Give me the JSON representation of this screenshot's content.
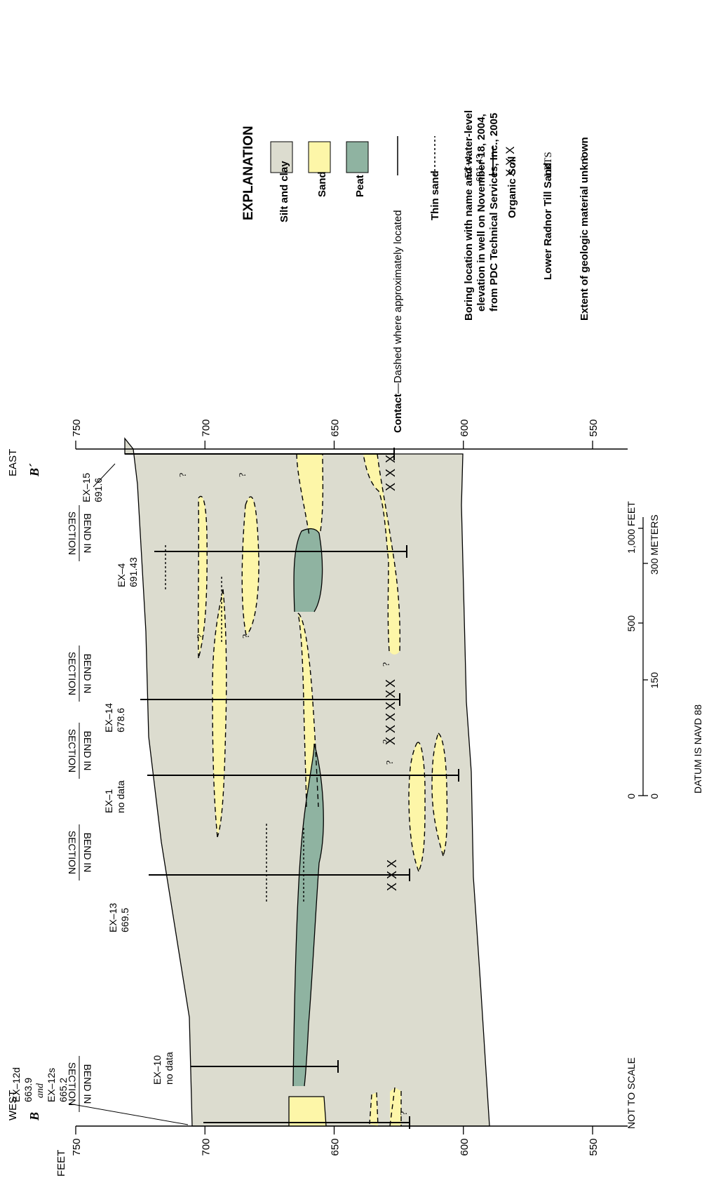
{
  "figure": {
    "axis_unit": "FEET",
    "west_label": "WEST",
    "east_label": "EAST",
    "section_start": "B",
    "section_end": "B´",
    "elevation_ticks": [
      "750",
      "700",
      "650",
      "600",
      "550"
    ],
    "not_to_scale": "NOT TO SCALE",
    "datum": "DATUM IS NAVD 88",
    "scale_bar": {
      "feet_ticks": [
        "0",
        "500",
        "1,000 FEET"
      ],
      "meter_ticks": [
        "0",
        "150",
        "300 METERS"
      ]
    },
    "bend_label_top": "BEND IN",
    "bend_label_bottom": "SECTION",
    "question_mark": "?",
    "organic_mark": "X",
    "wells": [
      {
        "name": "EX–12d",
        "name2": "EX–12s",
        "joiner": "and",
        "elev": "663.9",
        "elev2": "665.2"
      },
      {
        "name": "EX–10",
        "elev": "no data"
      },
      {
        "name": "EX–13",
        "elev": "669.5"
      },
      {
        "name": "EX–1",
        "elev": "no data"
      },
      {
        "name": "EX–14",
        "elev": "678.6"
      },
      {
        "name": "EX–4",
        "elev": "691.43"
      },
      {
        "name": "EX–15",
        "elev": "691.6"
      }
    ]
  },
  "colors": {
    "silt_clay": "#dcdccf",
    "sand": "#fdf6a8",
    "peat": "#8fb3a1",
    "line": "#000000"
  },
  "explanation": {
    "title": "EXPLANATION",
    "items": [
      {
        "key": "silt",
        "label": "Silt and clay"
      },
      {
        "key": "sand",
        "label": "Sand"
      },
      {
        "key": "peat",
        "label": "Peat"
      },
      {
        "key": "contact",
        "label_bold": "Contact",
        "label_rest": "—Dashed where approximately located"
      },
      {
        "key": "thin",
        "label": "Thin sand"
      },
      {
        "key": "boring",
        "label_lines": [
          "Boring location with name and water-level",
          "elevation in well on November 18, 2004,",
          "from PDC Technical Services, Inc., 2005"
        ],
        "sym_name": "EX–4",
        "sym_elev": "691.43"
      },
      {
        "key": "organic",
        "label": "Organic Soil",
        "symbol": "X X X"
      },
      {
        "key": "lrts",
        "label": "Lower Radnor Till Sand",
        "symbol": "LRTS"
      },
      {
        "key": "unknown",
        "label": "Extent of geologic material unknown",
        "symbol": "?"
      }
    ]
  }
}
